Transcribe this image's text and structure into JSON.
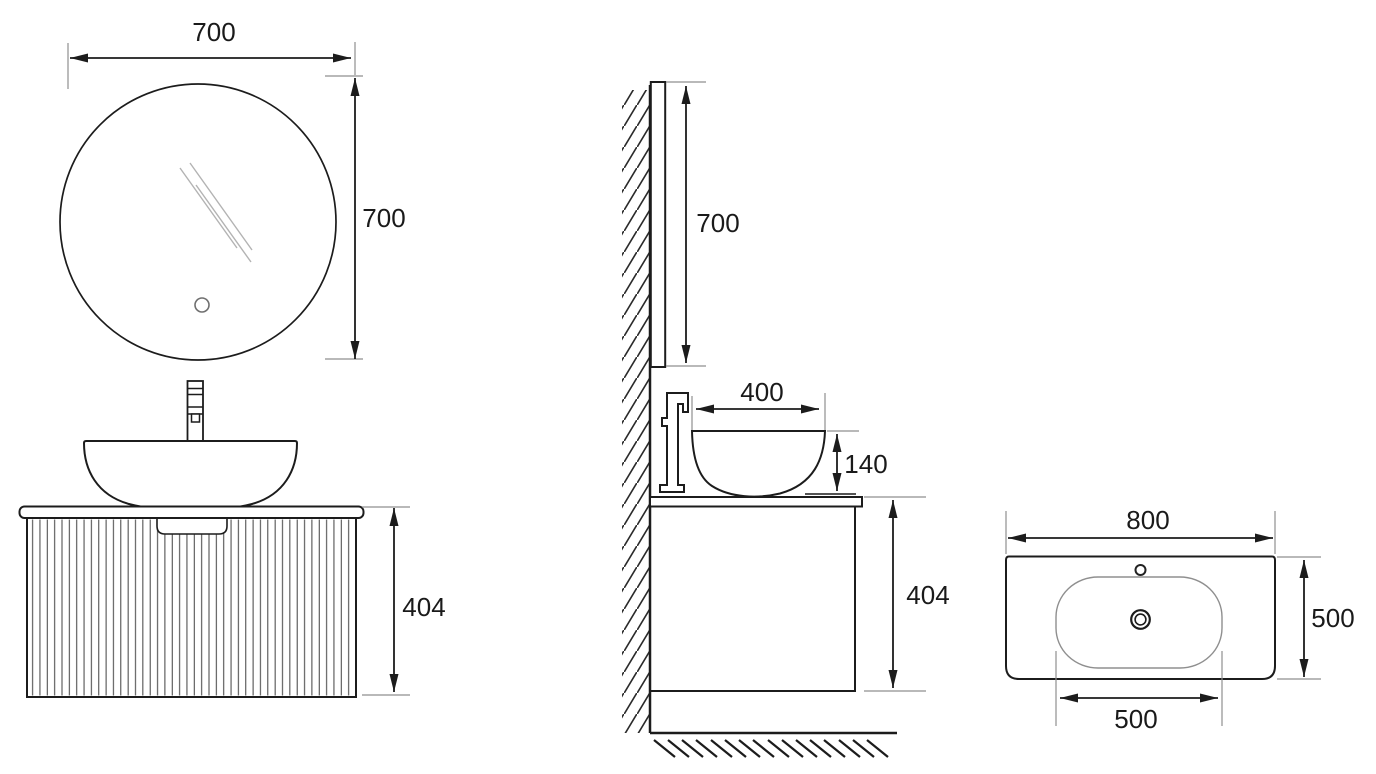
{
  "drawing": {
    "type": "bathroom-vanity-technical-drawing",
    "units": "mm"
  },
  "dimensions": {
    "front_view": {
      "mirror_width": "700",
      "mirror_height": "700",
      "cabinet_height": "404"
    },
    "side_view": {
      "mirror_height": "700",
      "basin_width": "400",
      "basin_height": "140",
      "cabinet_height": "404"
    },
    "top_view": {
      "counter_width": "800",
      "counter_depth": "500",
      "basin_cutout_width": "500"
    }
  },
  "colors": {
    "line": "#1c1c1c",
    "extension_line": "#8f8f8f",
    "light_detail": "#b3b3b3",
    "background": "#ffffff"
  }
}
